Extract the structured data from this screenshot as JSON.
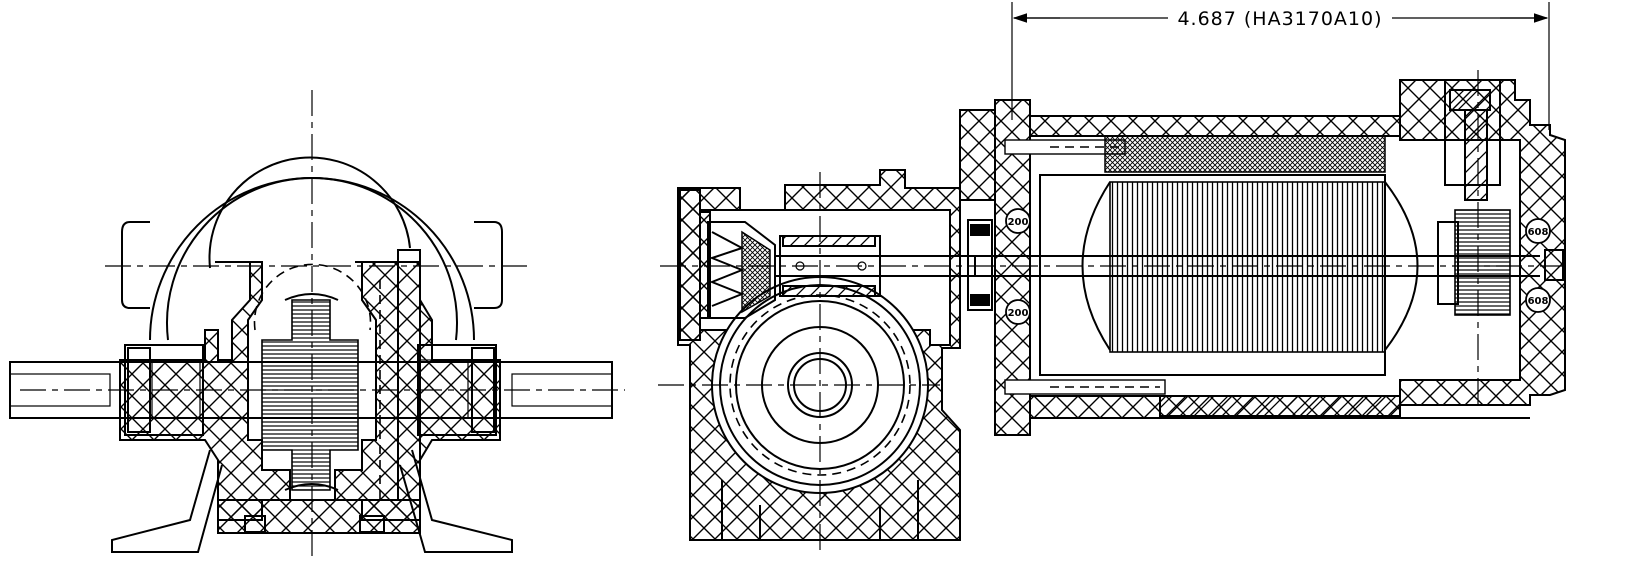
{
  "drawing": {
    "dimension_label": "4.687  (HA3170A10)",
    "callouts": {
      "upper_bearing": "200",
      "lower_bearing": "200",
      "upper_brush": "608",
      "lower_brush": "608"
    }
  }
}
